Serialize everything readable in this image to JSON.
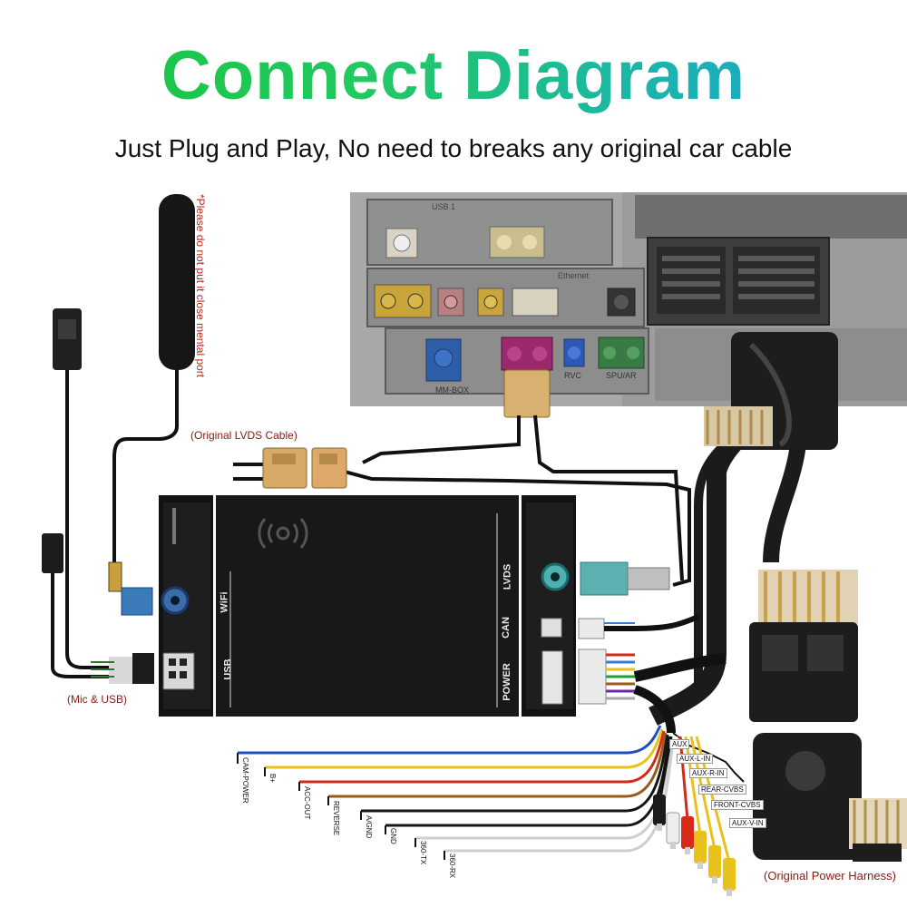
{
  "title": "Connect Diagram",
  "subtitle": "Just Plug and Play, No need to breaks any original car cable",
  "labels": {
    "antenna_warning": "*Please do not put it close mental port",
    "lvds_cable": "(Original LVDS Cable)",
    "mic_usb": "(Mic & USB)",
    "power_harness": "(Original Power Harness)"
  },
  "module_ports": {
    "wifi": "WiFi",
    "usb": "USB",
    "lvds": "LVDS",
    "can": "CAN",
    "power": "POWER"
  },
  "head_unit_text": [
    "USB 1",
    "MM-BOX",
    "RVC",
    "SPU/AR",
    "Ethernet"
  ],
  "power_wires": [
    {
      "label": "CAM-POWER",
      "color": "#1e4fc0"
    },
    {
      "label": "B+",
      "color": "#e8c21a"
    },
    {
      "label": "ACC-OUT",
      "color": "#d02a1a"
    },
    {
      "label": "REVERSE",
      "color": "#9a5a1a"
    },
    {
      "label": "A/GND",
      "color": "#151515"
    },
    {
      "label": "GND",
      "color": "#151515"
    },
    {
      "label": "360-TX",
      "color": "#dcdcdc"
    },
    {
      "label": "360-RX",
      "color": "#dcdcdc"
    }
  ],
  "av_wires": [
    {
      "label": "AUX"
    },
    {
      "label": "AUX-L-IN"
    },
    {
      "label": "AUX-R-IN"
    },
    {
      "label": "REAR-CVBS"
    },
    {
      "label": "FRONT-CVBS"
    },
    {
      "label": "AUX-V-IN"
    }
  ]
}
